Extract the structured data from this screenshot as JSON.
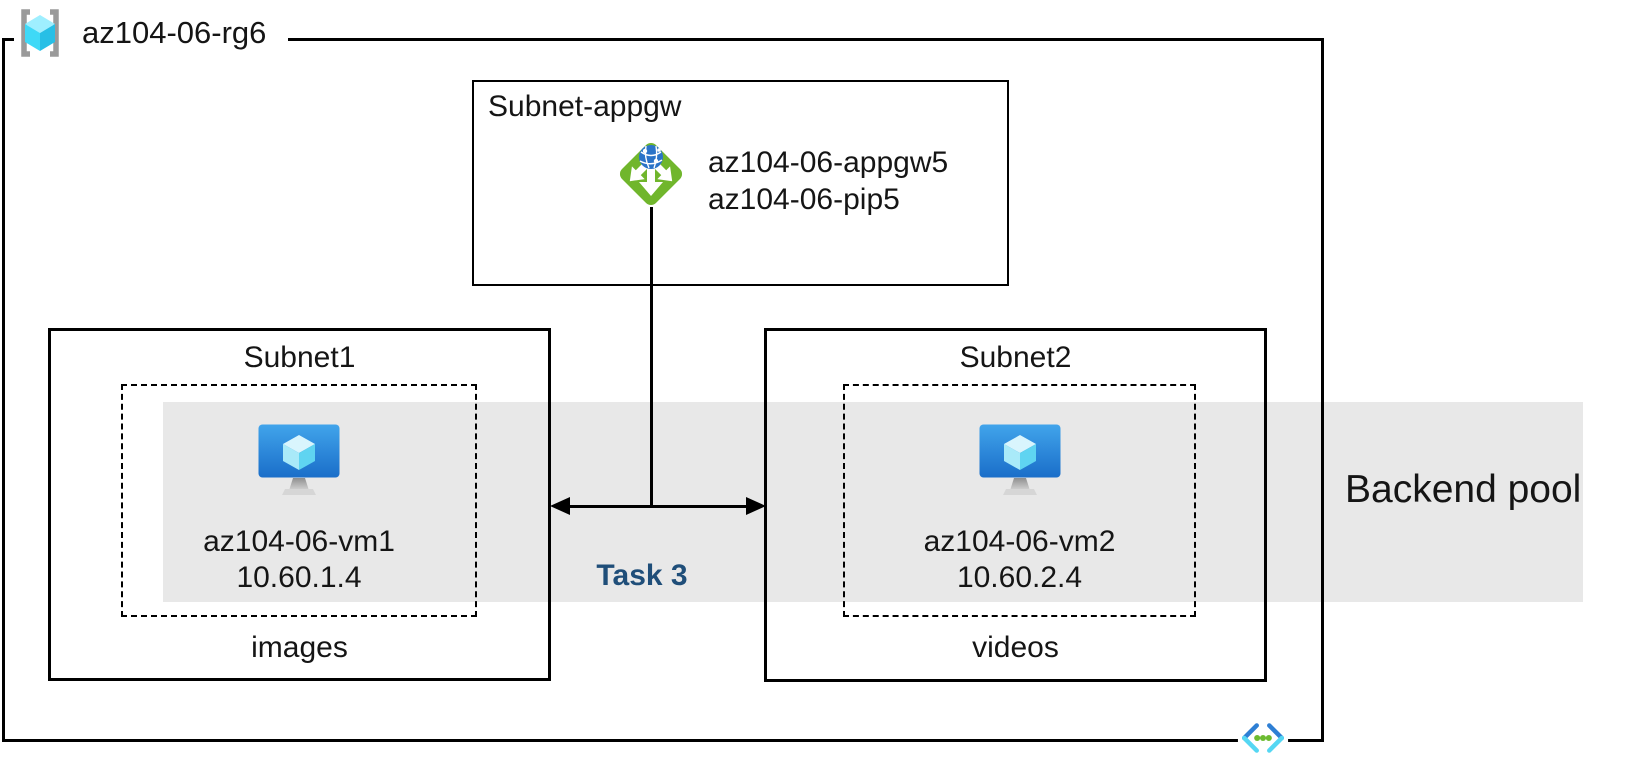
{
  "resource_group": {
    "name": "az104-06-rg6"
  },
  "appgw_subnet": {
    "label": "Subnet-appgw",
    "gateway_name": "az104-06-appgw5",
    "public_ip_name": "az104-06-pip5"
  },
  "subnet1": {
    "label": "Subnet1",
    "vm_name": "az104-06-vm1",
    "vm_ip": "10.60.1.4",
    "caption": "images"
  },
  "subnet2": {
    "label": "Subnet2",
    "vm_name": "az104-06-vm2",
    "vm_ip": "10.60.2.4",
    "caption": "videos"
  },
  "labels": {
    "backend_pool": "Backend pool",
    "task": "Task 3"
  },
  "icons": {
    "resource_group": "resource-group-icon",
    "application_gateway": "application-gateway-icon",
    "virtual_machine": "virtual-machine-icon",
    "virtual_network": "virtual-network-icon"
  },
  "colors": {
    "border_color": "#000000",
    "text_color": "#151515",
    "band_color": "#E8E8E8",
    "task_color": "#1F4E79",
    "appgw_green": "#70B62C",
    "appgw_globe_blue": "#2B74C8",
    "vm_screen_top": "#41A4EB",
    "vm_screen_bottom": "#1A6EC9",
    "rg_cube_cyan": "#3FD9F7",
    "vnet_blue": "#2E7FD4",
    "vnet_cyan": "#55D7F3",
    "dot_green": "#6CBB31"
  }
}
